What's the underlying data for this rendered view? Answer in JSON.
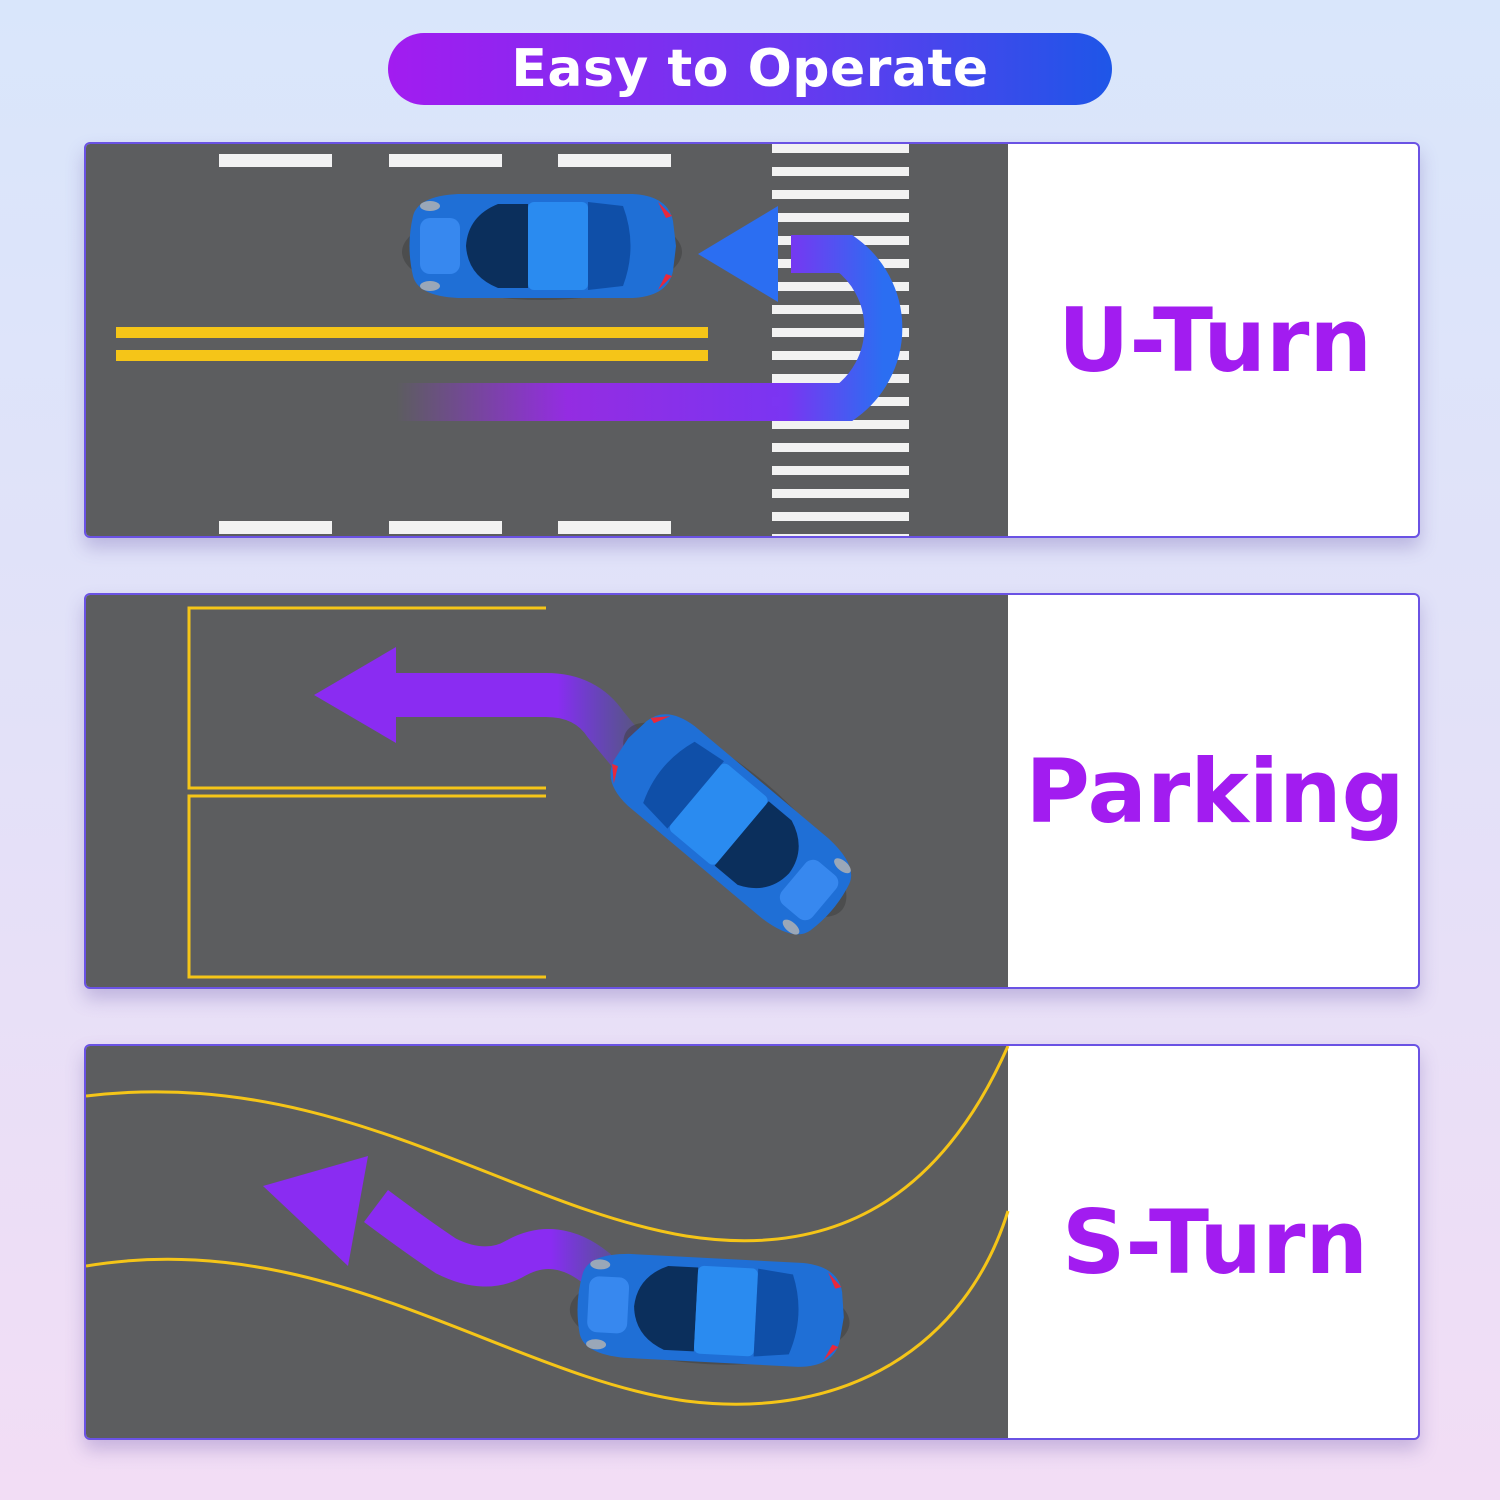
{
  "header": {
    "title": "Easy to Operate"
  },
  "panels": [
    {
      "label": "U-Turn"
    },
    {
      "label": "Parking"
    },
    {
      "label": "S-Turn"
    }
  ],
  "colors": {
    "road": "#5c5d5f",
    "accent_purple": "#a21cf0",
    "accent_blue": "#1e56e8",
    "lane_yellow": "#f5c518",
    "car_blue": "#1f6fd6"
  }
}
